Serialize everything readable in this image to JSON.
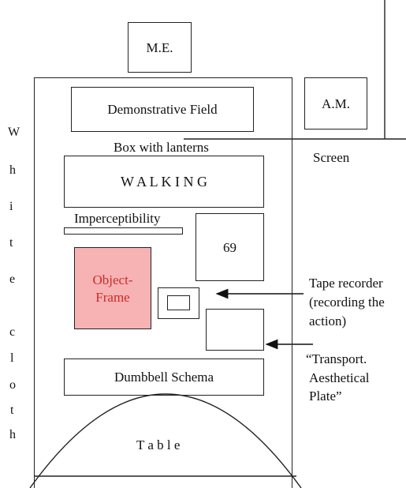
{
  "labels": {
    "me": "M.E.",
    "am": "A.M.",
    "demonstrative_field": "Demonstrative Field",
    "box_with_lanterns": "Box with lanterns",
    "screen": "Screen",
    "walking": "W A L K I N G",
    "imperceptibility": "Imperceptibility",
    "sixty_nine": "69",
    "object_frame_line1": "Object-",
    "object_frame_line2": "Frame",
    "tape_recorder_line1": "Tape recorder",
    "tape_recorder_line2": "(recording the",
    "tape_recorder_line3": "action)",
    "transport_line1": "“Transport.",
    "transport_line2": "Aesthetical",
    "transport_line3": "Plate”",
    "dumbbell_schema": "Dumbbell Schema",
    "table": "T a b l e"
  },
  "white_cloth_letters": [
    "W",
    "h",
    "i",
    "t",
    "e",
    "c",
    "l",
    "o",
    "t",
    "h"
  ],
  "colors": {
    "object_frame_fill": "#f7b3b3",
    "object_frame_text": "#cc2b2b"
  }
}
